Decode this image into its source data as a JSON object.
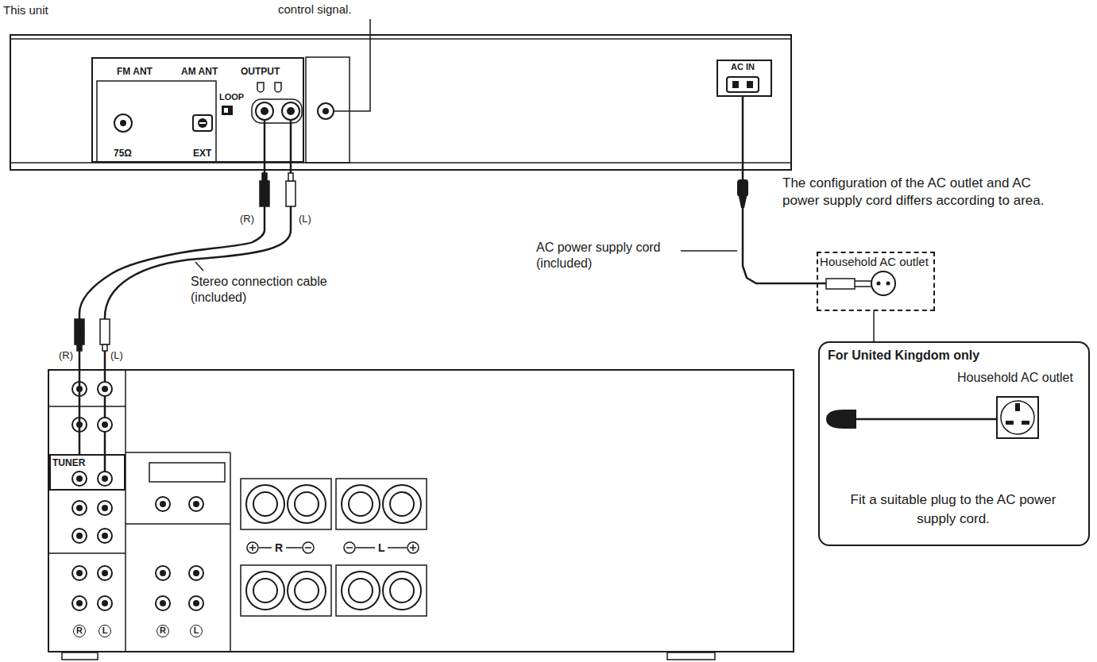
{
  "diagram": {
    "nodes": [
      {
        "text": [
          "This unit"
        ]
      },
      {
        "text": [
          "FM ANT",
          "AM ANT",
          "OUTPUT",
          "LOOP",
          "75Ω",
          "EXT"
        ],
        "in": 0
      },
      {
        "text": [
          "AC IN"
        ],
        "in": 0
      },
      {
        "text": [
          "R",
          "L",
          "R",
          "L",
          "R",
          "L"
        ]
      },
      {
        "text": [
          "TUNER"
        ],
        "in": 3
      },
      {
        "text": [
          "Household AC outlet"
        ]
      },
      {
        "text": [
          "For United Kingdom only",
          "Household AC outlet",
          "Fit a suitable plug to the AC power supply cord."
        ]
      }
    ],
    "edges": [
      {
        "from": 1,
        "to": 4,
        "arrow": "none"
      },
      {
        "from": 2,
        "to": 5,
        "arrow": "none"
      },
      {
        "from": 5,
        "to": 6,
        "arrow": "none"
      }
    ],
    "labels": [
      "control signal.",
      "(R)",
      "(L)",
      "Stereo connection cable (included)",
      "(R)",
      "(L)",
      "AC power supply cord (included)",
      "The configuration of the AC outlet and AC power supply cord differs according to area."
    ]
  }
}
